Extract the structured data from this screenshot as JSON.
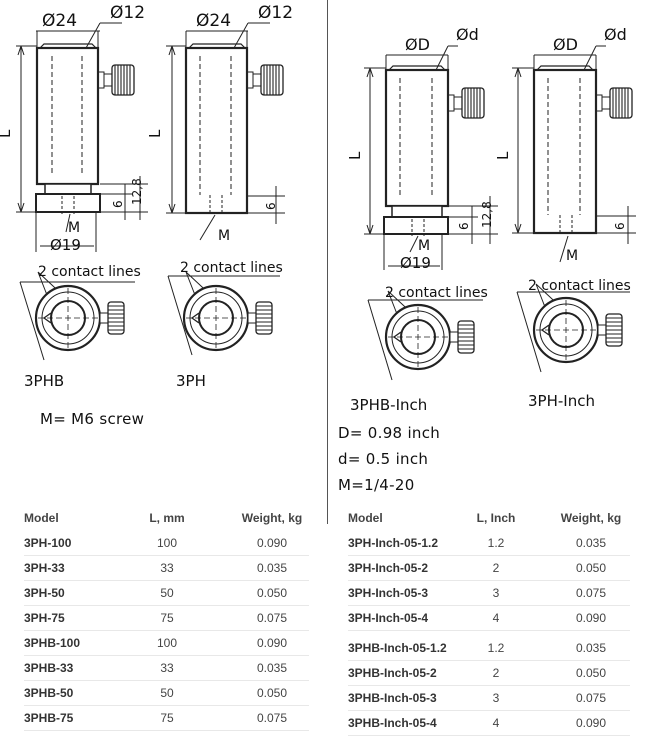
{
  "drawings": {
    "dim_d24": "Ø24",
    "dim_d12": "Ø12",
    "dim_d19": "Ø19",
    "dim_dD": "ØD",
    "dim_dd": "Ød",
    "dim_L": "L",
    "dim_12_8": "12,8",
    "dim_6": "6",
    "dim_M": "M",
    "contact_lines": "2 contact lines"
  },
  "labels": {
    "model_3phb": "3PHB",
    "model_3ph": "3PH",
    "model_3phb_inch": "3PHB-Inch",
    "model_3ph_inch": "3PH-Inch"
  },
  "notes": {
    "metric_m": "M= M6 screw",
    "inch_D": "D= 0.98 inch",
    "inch_d": "d= 0.5 inch",
    "inch_M": "M=1/4-20"
  },
  "metric_table": {
    "headers": [
      "Model",
      "L, mm",
      "Weight, kg"
    ],
    "rows": [
      [
        "3PH-100",
        "100",
        "0.090"
      ],
      [
        "3PH-33",
        "33",
        "0.035"
      ],
      [
        "3PH-50",
        "50",
        "0.050"
      ],
      [
        "3PH-75",
        "75",
        "0.075"
      ],
      [
        "3PHB-100",
        "100",
        "0.090"
      ],
      [
        "3PHB-33",
        "33",
        "0.035"
      ],
      [
        "3PHB-50",
        "50",
        "0.050"
      ],
      [
        "3PHB-75",
        "75",
        "0.075"
      ]
    ]
  },
  "inch_table": {
    "headers": [
      "Model",
      "L, Inch",
      "Weight, kg"
    ],
    "rows": [
      [
        "3PH-Inch-05-1.2",
        "1.2",
        "0.035"
      ],
      [
        "3PH-Inch-05-2",
        "2",
        "0.050"
      ],
      [
        "3PH-Inch-05-3",
        "3",
        "0.075"
      ],
      [
        "3PH-Inch-05-4",
        "4",
        "0.090"
      ],
      [
        "3PHB-Inch-05-1.2",
        "1.2",
        "0.035"
      ],
      [
        "3PHB-Inch-05-2",
        "2",
        "0.050"
      ],
      [
        "3PHB-Inch-05-3",
        "3",
        "0.075"
      ],
      [
        "3PHB-Inch-05-4",
        "4",
        "0.090"
      ]
    ]
  }
}
